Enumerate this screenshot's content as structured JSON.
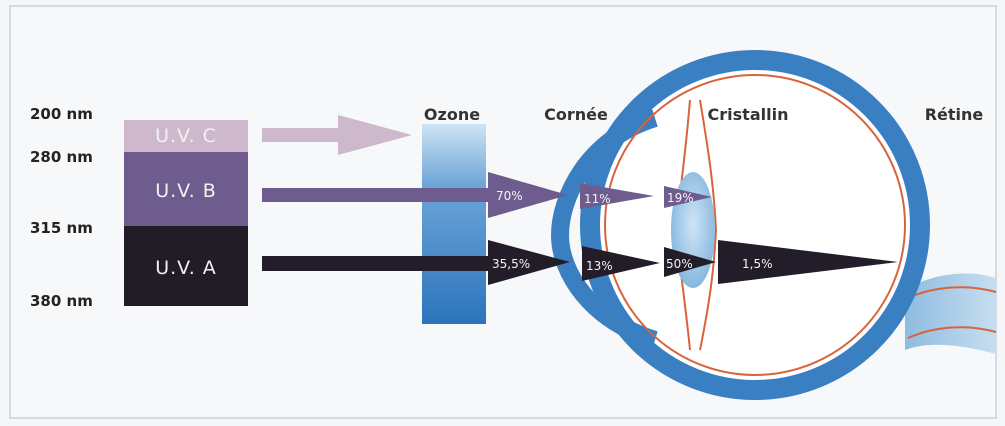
{
  "wavelengths": [
    "200 nm",
    "280 nm",
    "315 nm",
    "380 nm"
  ],
  "bands": [
    {
      "label": "U.V. C",
      "color": "#cdb8cc"
    },
    {
      "label": "U.V. B",
      "color": "#6e5c8f"
    },
    {
      "label": "U.V. A",
      "color": "#211c26"
    }
  ],
  "headings": {
    "ozone": "Ozone",
    "cornea": "Cornée",
    "lens": "Cristallin",
    "retina": "Rétine"
  },
  "uvb_percentages": [
    "70%",
    "11%",
    "19%"
  ],
  "uva_percentages": [
    "35,5%",
    "13%",
    "50%",
    "1,5%"
  ],
  "colors": {
    "uvc_arrow": "#cdb8cc",
    "uvb_arrow": "#6e5c8f",
    "uva_arrow": "#231d2a",
    "ozone": "#3f84c4",
    "eye_wall": "#3b7fc3",
    "vessel": "#d8643c",
    "lens": "#9cc6e6"
  }
}
